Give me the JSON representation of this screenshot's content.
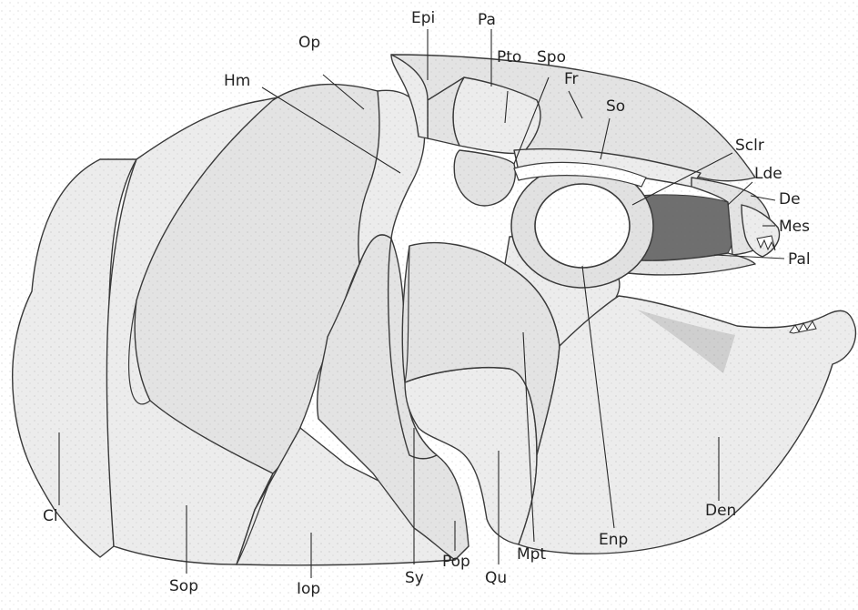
{
  "figure": {
    "labels": {
      "epi": "Epi",
      "pa": "Pa",
      "op": "Op",
      "pto": "Pto",
      "spo": "Spo",
      "hm": "Hm",
      "fr": "Fr",
      "so": "So",
      "sclr": "Sclr",
      "lde": "Lde",
      "de": "De",
      "mes": "Mes",
      "pal": "Pal",
      "cl": "Cl",
      "den": "Den",
      "sop": "Sop",
      "iop": "Iop",
      "sy": "Sy",
      "pop": "Pop",
      "qu": "Qu",
      "mpt": "Mpt",
      "enp": "Enp"
    }
  }
}
